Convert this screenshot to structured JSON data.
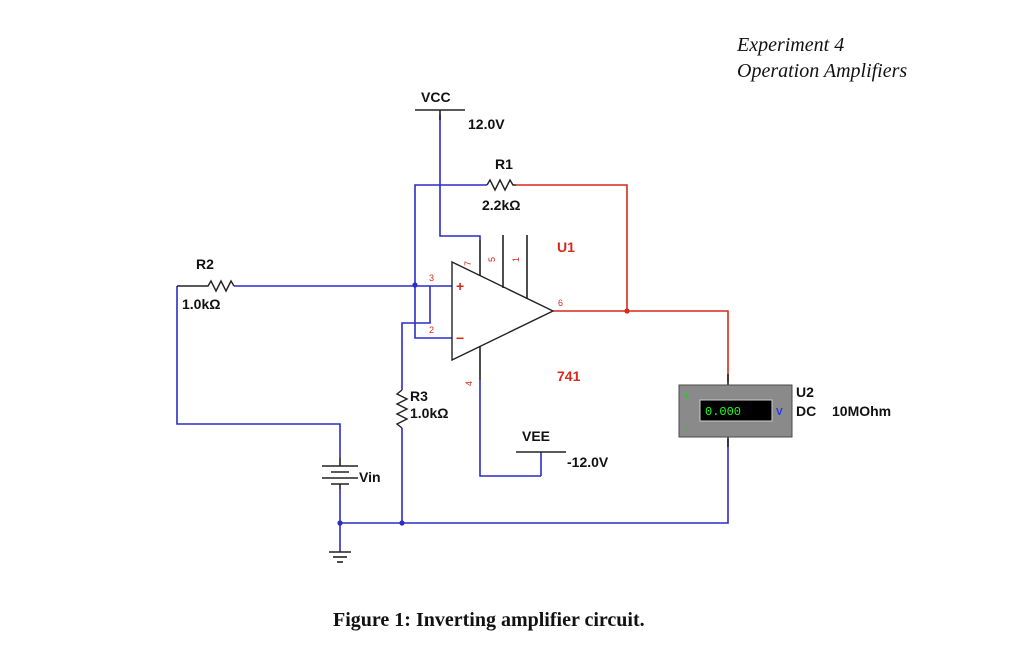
{
  "header": {
    "line1": "Experiment 4",
    "line2": "Operation Amplifiers"
  },
  "components": {
    "vcc": {
      "name": "VCC",
      "value": "12.0V"
    },
    "vee": {
      "name": "VEE",
      "value": "-12.0V"
    },
    "r1": {
      "name": "R1",
      "value": "2.2kΩ"
    },
    "r2": {
      "name": "R2",
      "value": "1.0kΩ"
    },
    "r3": {
      "name": "R3",
      "value": "1.0kΩ"
    },
    "opamp": {
      "name": "U1",
      "model": "741",
      "pins": {
        "p7": "7",
        "p5": "5",
        "p1": "1",
        "p3": "3",
        "p2": "2",
        "p6": "6",
        "p4": "4"
      },
      "plus_sign": "+",
      "minus_sign": "−"
    },
    "source": {
      "name": "Vin"
    },
    "meter": {
      "name": "U2",
      "reading": "0.000",
      "unit": "V",
      "mode": "DC",
      "resistance": "10MOhm",
      "plus": "+",
      "minus": "-"
    }
  },
  "caption": "Figure 1:  Inverting amplifier circuit.",
  "colors": {
    "wire_blue": "#2c2cc8",
    "wire_red": "#d62a1a",
    "meter_body": "#8a8a8a",
    "meter_display": "#000000",
    "meter_digits": "#22ff22"
  }
}
